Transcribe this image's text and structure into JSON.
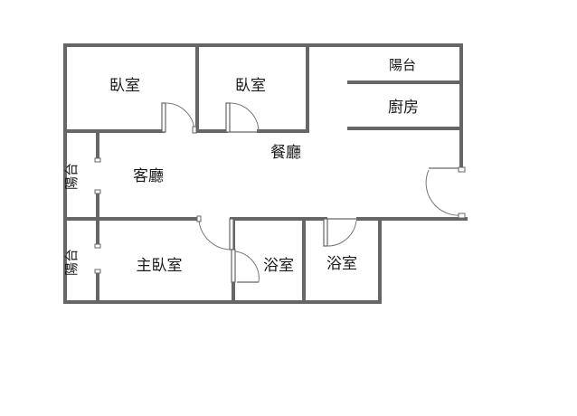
{
  "rooms": {
    "bedroom_1": "臥室",
    "bedroom_2": "臥室",
    "balcony_top": "陽台",
    "kitchen": "廚房",
    "dining": "餐廳",
    "living": "客廳",
    "balcony_left_upper": "陽台",
    "master_bedroom": "主臥室",
    "balcony_left_lower": "陽台",
    "bathroom_1": "浴室",
    "bathroom_2": "浴室"
  },
  "colors": {
    "wall": "#666666",
    "background": "#ffffff",
    "text": "#1a1a1a"
  }
}
